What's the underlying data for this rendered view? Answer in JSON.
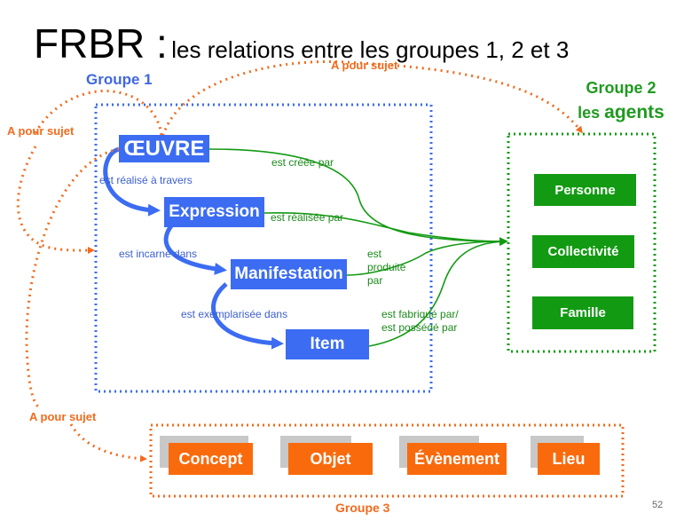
{
  "title": {
    "main": "FRBR :",
    "sub": "les relations entre les groupes 1, 2 et 3"
  },
  "group1": {
    "label": "Groupe 1",
    "entities": [
      "ŒUVRE",
      "Expression",
      "Manifestation",
      "Item"
    ],
    "relations": [
      "est réalisé à travers",
      "est incarné dans",
      "est exemplarisée dans"
    ]
  },
  "group2": {
    "label_line1": "Groupe 2",
    "label_line2_prefix": "les",
    "label_line2_emph": "agents",
    "entities": [
      "Personne",
      "Collectivité",
      "Famille"
    ]
  },
  "group2_relations": {
    "oeuvre": "est créée par",
    "expression": "est réalisée par",
    "manifestation_lines": [
      "est",
      "produite",
      "par"
    ],
    "item_lines": [
      "est fabriqué par/",
      "est possédé par"
    ]
  },
  "group3": {
    "label": "Groupe 3",
    "entities": [
      "Concept",
      "Objet",
      "Évènement",
      "Lieu"
    ]
  },
  "subject_labels": [
    "A pour sujet",
    "A pour sujet",
    "A pour sujet"
  ],
  "page_number": "52",
  "colors": {
    "blue": "#3b6cf2",
    "green": "#139a13",
    "orange": "#f96a0d",
    "dotted_orange": "#f26b1d"
  }
}
